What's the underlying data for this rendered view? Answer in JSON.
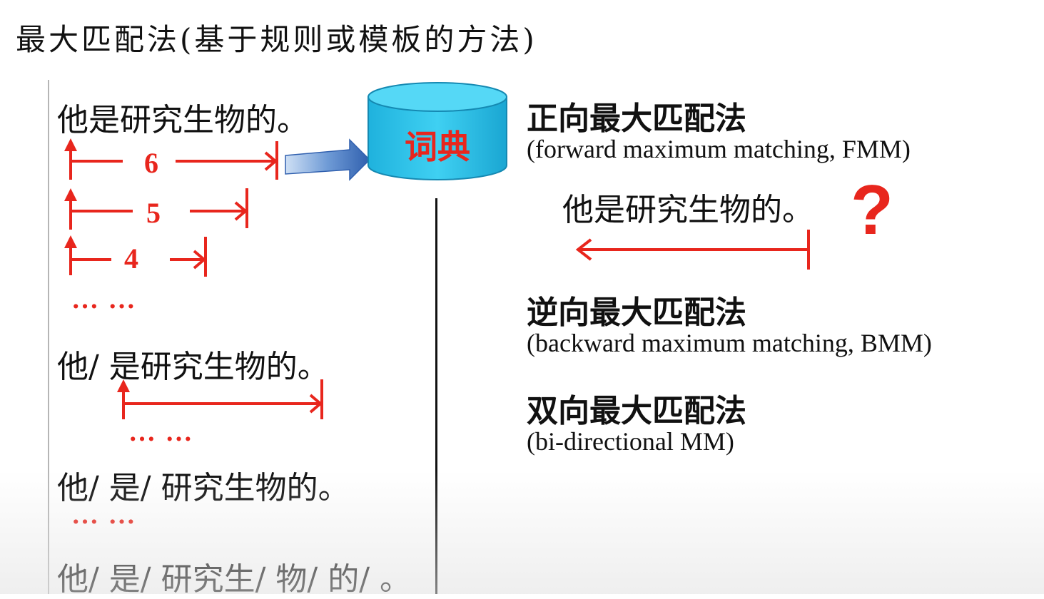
{
  "slide": {
    "title": "最大匹配法(基于规则或模板的方法)"
  },
  "left": {
    "sentence_1": "他是研究生物的。",
    "num_6": "6",
    "num_5": "5",
    "num_4": "4",
    "dots_1": "… …",
    "sentence_2": "他/ 是研究生物的。",
    "dots_2": "… …",
    "sentence_3": "他/ 是/ 研究生物的。",
    "dots_3": "… …",
    "sentence_4": "他/ 是/ 研究生/ 物/ 的/ 。"
  },
  "dictionary": {
    "label": "词典"
  },
  "right": {
    "fmm_title": "正向最大匹配法",
    "fmm_sub": "(forward maximum matching, FMM)",
    "fmm_sentence": "他是研究生物的。",
    "question_mark": "?",
    "bmm_title": "逆向最大匹配法",
    "bmm_sub": "(backward maximum matching, BMM)",
    "bimm_title": "双向最大匹配法",
    "bimm_sub": "(bi-directional MM)"
  },
  "colors": {
    "accent_red": "#e8261d",
    "db_fill": "#29c2e8",
    "arrow_fill": "#4d7fc4"
  }
}
